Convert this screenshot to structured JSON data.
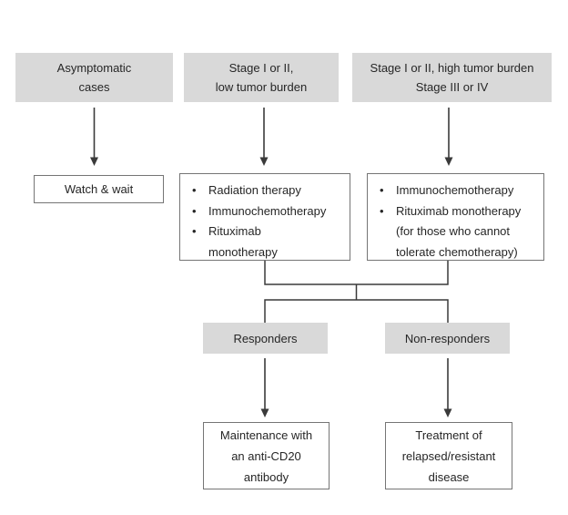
{
  "bullet_char": "•",
  "colors": {
    "gray_box_fill": "#d9d9d9",
    "white_box_border": "#757575",
    "line_color": "#3a3a3a",
    "text_color": "#262626",
    "background": "#ffffff"
  },
  "nodes": {
    "asymptomatic": {
      "lines": [
        "Asymptomatic",
        "cases"
      ]
    },
    "stage_low": {
      "lines": [
        "Stage I or II,",
        "low tumor burden"
      ]
    },
    "stage_high": {
      "lines": [
        "Stage I or II, high tumor burden",
        "Stage III or IV"
      ]
    },
    "watch_wait": {
      "label": "Watch & wait"
    },
    "low_burden_options": {
      "bullets": [
        {
          "lines": [
            "Radiation therapy"
          ]
        },
        {
          "lines": [
            "Immunochemotherapy"
          ]
        },
        {
          "lines": [
            "Rituximab",
            "monotherapy"
          ]
        }
      ]
    },
    "high_burden_options": {
      "bullets": [
        {
          "lines": [
            "Immunochemotherapy"
          ]
        },
        {
          "lines": [
            "Rituximab monotherapy",
            "(for those who cannot",
            "tolerate chemotherapy)"
          ]
        }
      ]
    },
    "responders": {
      "label": "Responders"
    },
    "non_responders": {
      "label": "Non-responders"
    },
    "maintenance": {
      "lines": [
        "Maintenance with",
        "an anti-CD20",
        "antibody"
      ]
    },
    "relapsed": {
      "lines": [
        "Treatment of",
        "relapsed/resistant",
        "disease"
      ]
    }
  }
}
